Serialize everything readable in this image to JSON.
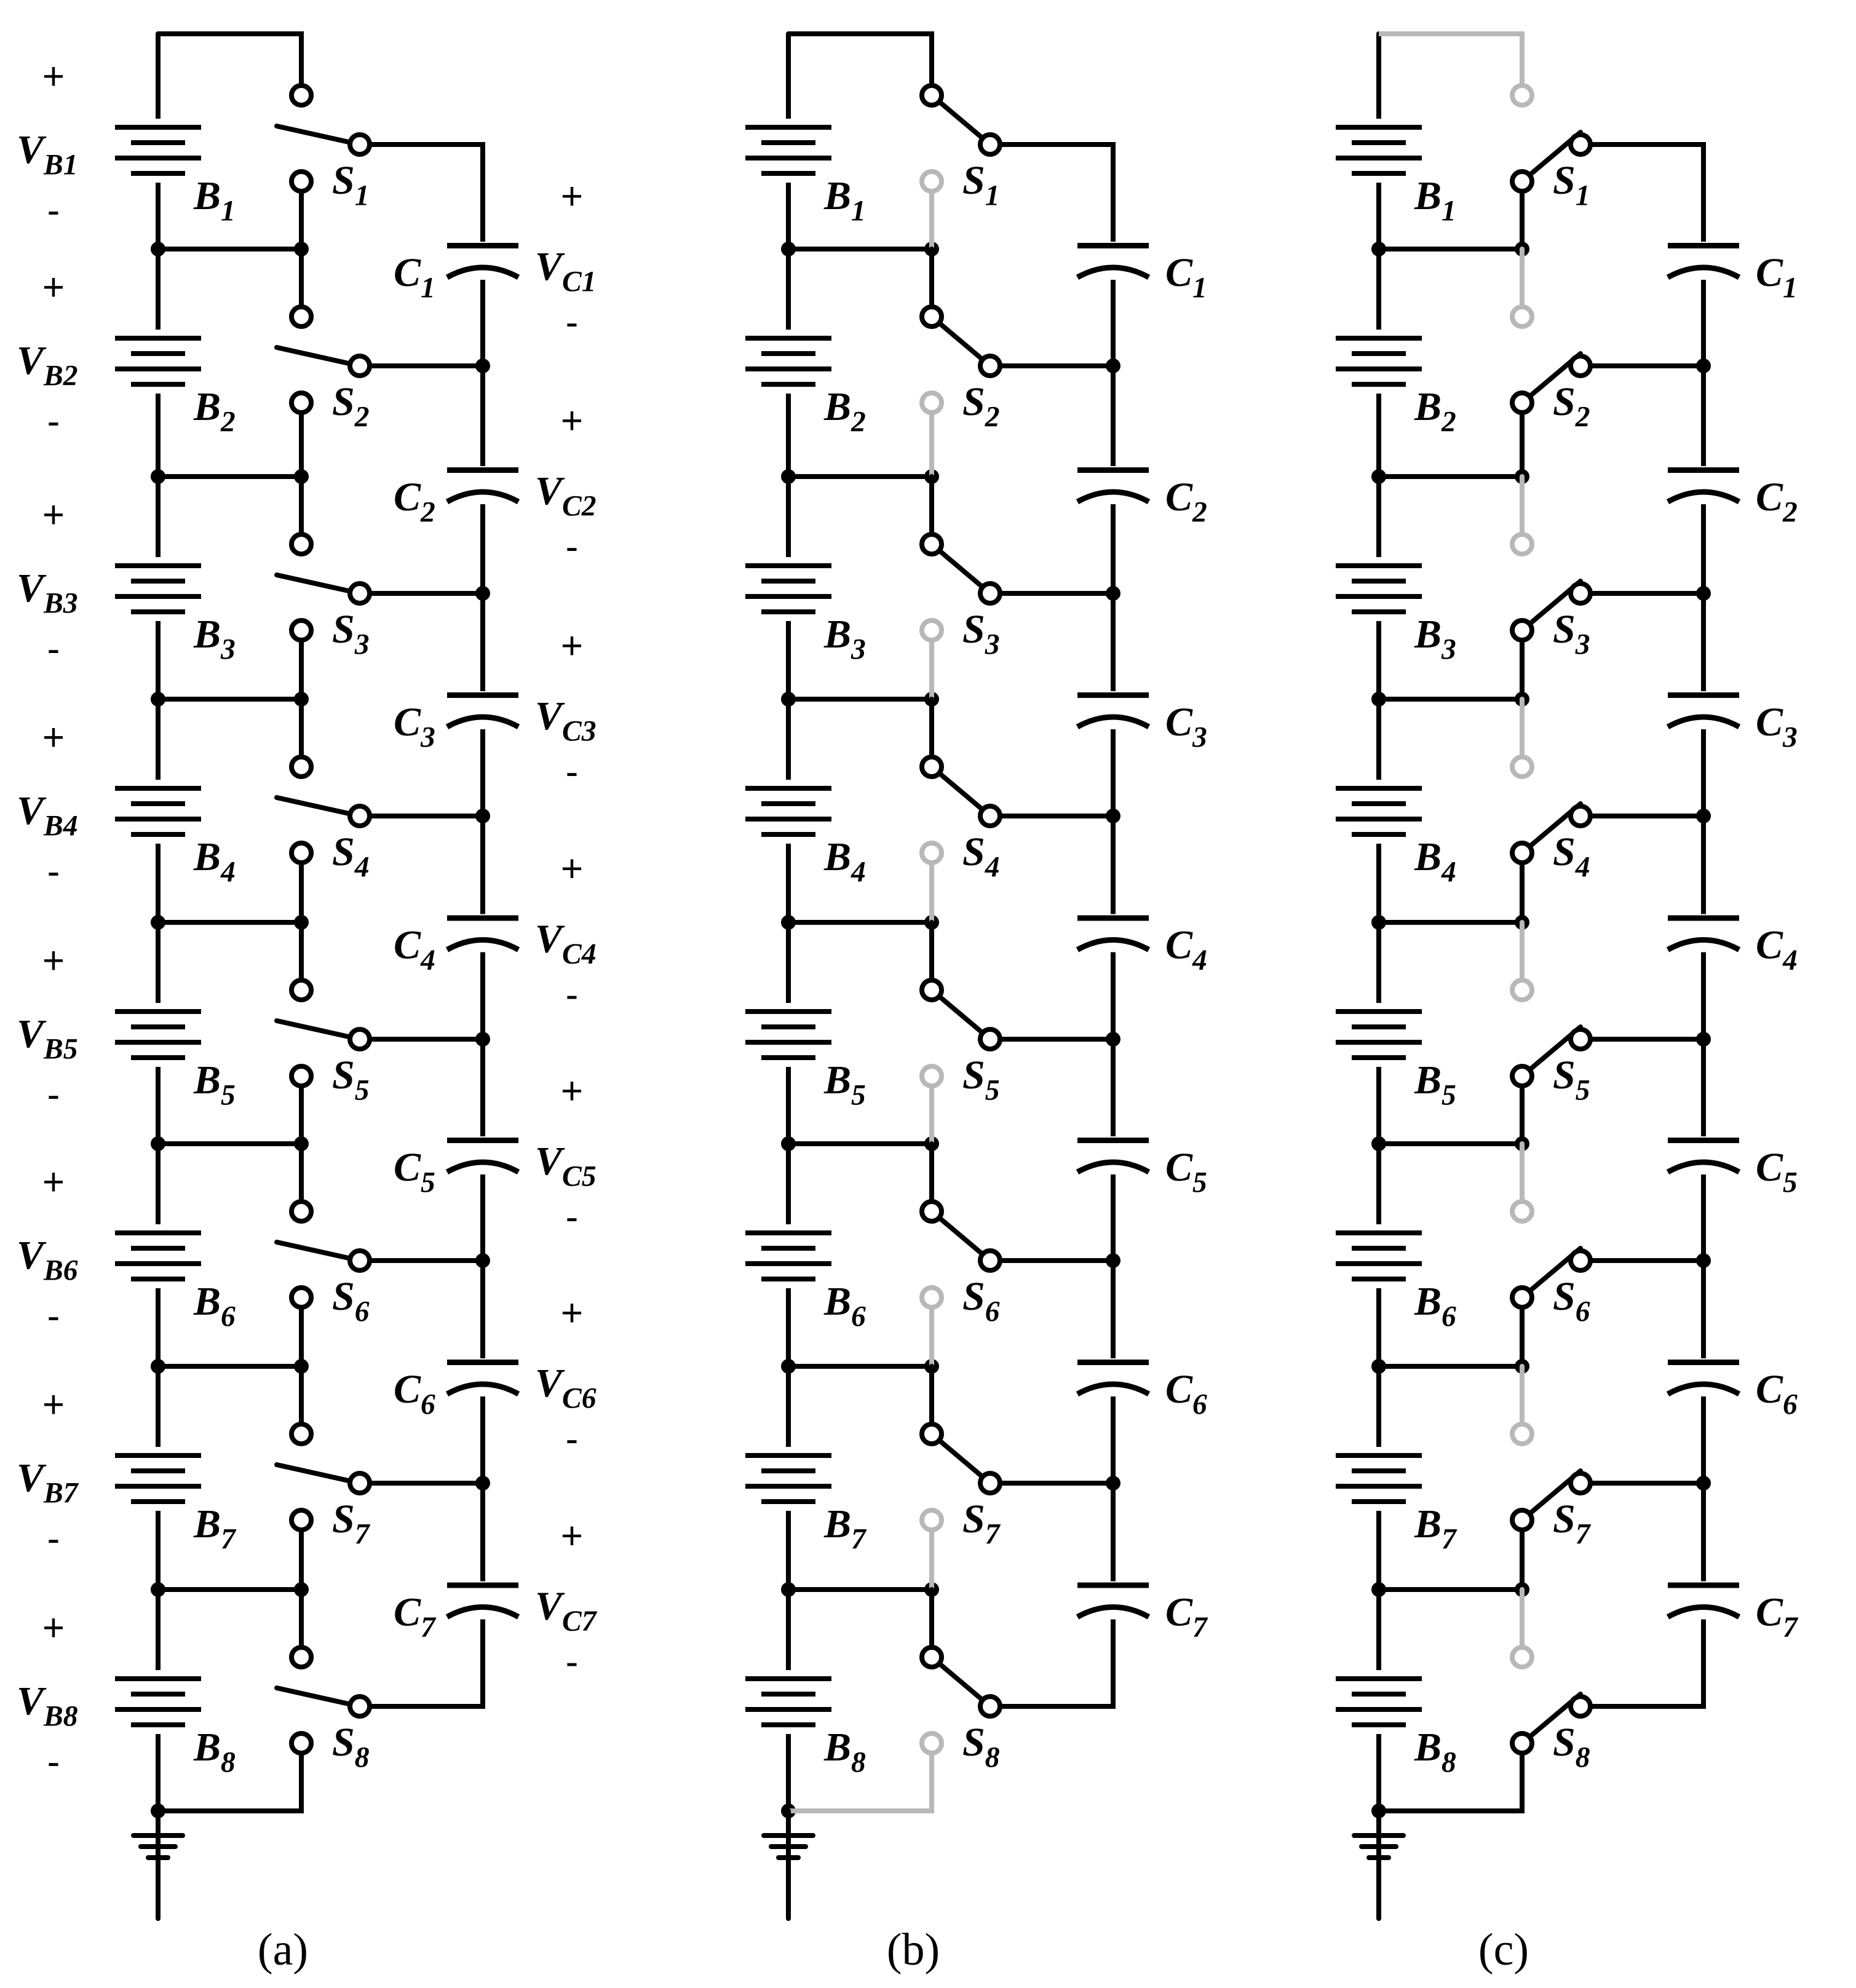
{
  "colors": {
    "wire": "#000000",
    "inactive": "#b8b8b8",
    "background": "#ffffff"
  },
  "icons": [
    "battery-icon",
    "capacitor-icon",
    "switch-icon",
    "ground-icon",
    "junction-dot-icon"
  ],
  "sign_plus": "+",
  "sign_minus": "-",
  "panels": [
    {
      "caption": "(a)",
      "switch_state": "open",
      "capacitor_voltages_shown": true,
      "batteries": [
        {
          "name": "B",
          "sub": "1",
          "voltage": "V",
          "vsub": "B1"
        },
        {
          "name": "B",
          "sub": "2",
          "voltage": "V",
          "vsub": "B2"
        },
        {
          "name": "B",
          "sub": "3",
          "voltage": "V",
          "vsub": "B3"
        },
        {
          "name": "B",
          "sub": "4",
          "voltage": "V",
          "vsub": "B4"
        },
        {
          "name": "B",
          "sub": "5",
          "voltage": "V",
          "vsub": "B5"
        },
        {
          "name": "B",
          "sub": "6",
          "voltage": "V",
          "vsub": "B6"
        },
        {
          "name": "B",
          "sub": "7",
          "voltage": "V",
          "vsub": "B7"
        },
        {
          "name": "B",
          "sub": "8",
          "voltage": "V",
          "vsub": "B8"
        }
      ],
      "switches": [
        {
          "name": "S",
          "sub": "1"
        },
        {
          "name": "S",
          "sub": "2"
        },
        {
          "name": "S",
          "sub": "3"
        },
        {
          "name": "S",
          "sub": "4"
        },
        {
          "name": "S",
          "sub": "5"
        },
        {
          "name": "S",
          "sub": "6"
        },
        {
          "name": "S",
          "sub": "7"
        },
        {
          "name": "S",
          "sub": "8"
        }
      ],
      "capacitors": [
        {
          "name": "C",
          "sub": "1",
          "voltage": "V",
          "vsub": "C1"
        },
        {
          "name": "C",
          "sub": "2",
          "voltage": "V",
          "vsub": "C2"
        },
        {
          "name": "C",
          "sub": "3",
          "voltage": "V",
          "vsub": "C3"
        },
        {
          "name": "C",
          "sub": "4",
          "voltage": "V",
          "vsub": "C4"
        },
        {
          "name": "C",
          "sub": "5",
          "voltage": "V",
          "vsub": "C5"
        },
        {
          "name": "C",
          "sub": "6",
          "voltage": "V",
          "vsub": "C6"
        },
        {
          "name": "C",
          "sub": "7",
          "voltage": "V",
          "vsub": "C7"
        }
      ]
    },
    {
      "caption": "(b)",
      "switch_state": "down",
      "capacitor_voltages_shown": false,
      "batteries": [
        {
          "name": "B",
          "sub": "1"
        },
        {
          "name": "B",
          "sub": "2"
        },
        {
          "name": "B",
          "sub": "3"
        },
        {
          "name": "B",
          "sub": "4"
        },
        {
          "name": "B",
          "sub": "5"
        },
        {
          "name": "B",
          "sub": "6"
        },
        {
          "name": "B",
          "sub": "7"
        },
        {
          "name": "B",
          "sub": "8"
        }
      ],
      "switches": [
        {
          "name": "S",
          "sub": "1"
        },
        {
          "name": "S",
          "sub": "2"
        },
        {
          "name": "S",
          "sub": "3"
        },
        {
          "name": "S",
          "sub": "4"
        },
        {
          "name": "S",
          "sub": "5"
        },
        {
          "name": "S",
          "sub": "6"
        },
        {
          "name": "S",
          "sub": "7"
        },
        {
          "name": "S",
          "sub": "8"
        }
      ],
      "capacitors": [
        {
          "name": "C",
          "sub": "1"
        },
        {
          "name": "C",
          "sub": "2"
        },
        {
          "name": "C",
          "sub": "3"
        },
        {
          "name": "C",
          "sub": "4"
        },
        {
          "name": "C",
          "sub": "5"
        },
        {
          "name": "C",
          "sub": "6"
        },
        {
          "name": "C",
          "sub": "7"
        }
      ]
    },
    {
      "caption": "(c)",
      "switch_state": "up",
      "capacitor_voltages_shown": false,
      "batteries": [
        {
          "name": "B",
          "sub": "1"
        },
        {
          "name": "B",
          "sub": "2"
        },
        {
          "name": "B",
          "sub": "3"
        },
        {
          "name": "B",
          "sub": "4"
        },
        {
          "name": "B",
          "sub": "5"
        },
        {
          "name": "B",
          "sub": "6"
        },
        {
          "name": "B",
          "sub": "7"
        },
        {
          "name": "B",
          "sub": "8"
        }
      ],
      "switches": [
        {
          "name": "S",
          "sub": "1"
        },
        {
          "name": "S",
          "sub": "2"
        },
        {
          "name": "S",
          "sub": "3"
        },
        {
          "name": "S",
          "sub": "4"
        },
        {
          "name": "S",
          "sub": "5"
        },
        {
          "name": "S",
          "sub": "6"
        },
        {
          "name": "S",
          "sub": "7"
        },
        {
          "name": "S",
          "sub": "8"
        }
      ],
      "capacitors": [
        {
          "name": "C",
          "sub": "1"
        },
        {
          "name": "C",
          "sub": "2"
        },
        {
          "name": "C",
          "sub": "3"
        },
        {
          "name": "C",
          "sub": "4"
        },
        {
          "name": "C",
          "sub": "5"
        },
        {
          "name": "C",
          "sub": "6"
        },
        {
          "name": "C",
          "sub": "7"
        }
      ]
    }
  ]
}
